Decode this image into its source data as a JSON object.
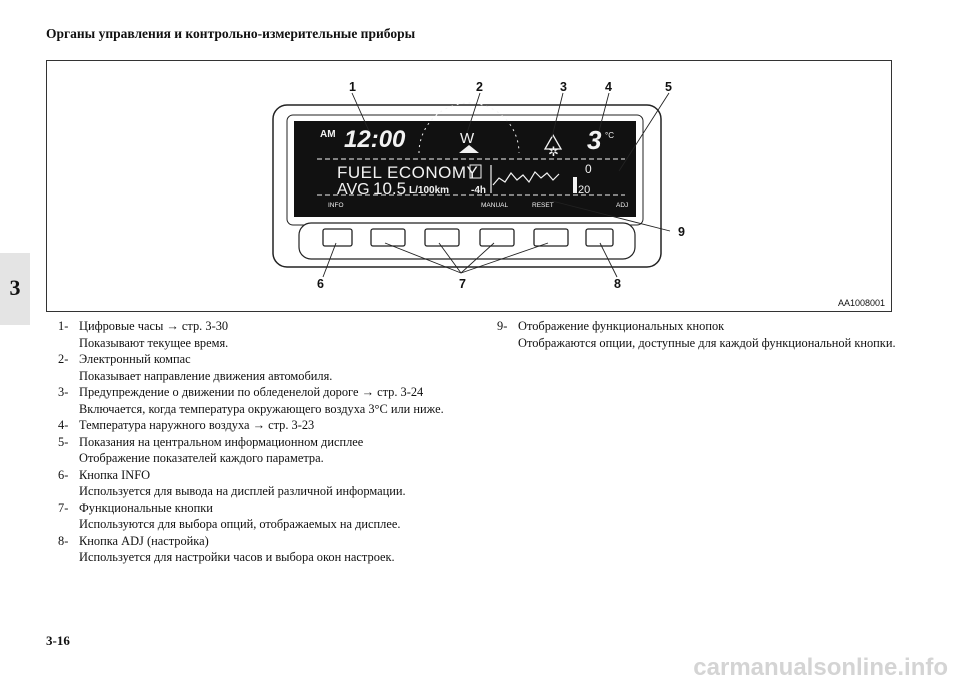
{
  "header": {
    "title": "Органы управления и контрольно-измерительные приборы"
  },
  "side_tab": {
    "label": "3"
  },
  "figure": {
    "code": "AA1008001",
    "callouts": [
      "1",
      "2",
      "3",
      "4",
      "5",
      "6",
      "7",
      "8",
      "9"
    ],
    "display": {
      "am": "AM",
      "clock": "12:00",
      "compass": "W",
      "temp": "3",
      "temp_unit": "°C",
      "line1": "FUEL ECONOMY",
      "line2_prefix": "AVG",
      "line2_value": "10.5",
      "line2_unit": "L/100km",
      "range": "-4h",
      "scale_top": "0",
      "scale_bottom": "20",
      "softkeys": [
        "INFO",
        "MANUAL",
        "RESET",
        "ADJ"
      ]
    }
  },
  "list_left": [
    {
      "num": "1-",
      "title": "Цифровые часы → стр. 3-30",
      "desc": "Показывают текущее время."
    },
    {
      "num": "2-",
      "title": "Электронный компас",
      "desc": "Показывает направление движения автомобиля."
    },
    {
      "num": "3-",
      "title": "Предупреждение о движении по обледенелой дороге → стр. 3-24",
      "desc": "Включается, когда температура окружающего воздуха 3°C или ниже."
    },
    {
      "num": "4-",
      "title": "Температура наружного воздуха → стр. 3-23",
      "desc": ""
    },
    {
      "num": "5-",
      "title": "Показания на центральном информационном дисплее",
      "desc": "Отображение показателей каждого параметра."
    },
    {
      "num": "6-",
      "title": "Кнопка INFO",
      "desc": "Используется для вывода на дисплей различной информации."
    },
    {
      "num": "7-",
      "title": "Функциональные кнопки",
      "desc": "Используются для выбора опций, отображаемых на дисплее."
    },
    {
      "num": "8-",
      "title": "Кнопка ADJ (настройка)",
      "desc": "Используется для настройки часов и выбора окон настроек."
    }
  ],
  "list_right": [
    {
      "num": "9-",
      "title": "Отображение функциональных кнопок",
      "desc": "Отображаются опции, доступные для каждой функциональной кнопки."
    }
  ],
  "page_number": "3-16",
  "watermark": "carmanualsonline.info",
  "colors": {
    "lcd_bg": "#111111",
    "lcd_text": "#f2f2f2",
    "tab_bg": "#e4e4e4"
  }
}
